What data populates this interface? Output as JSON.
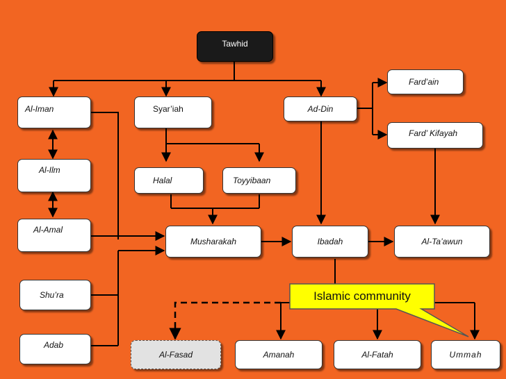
{
  "nodes": {
    "tawhid": "Tawhid",
    "al_iman": "Al-Iman",
    "syariah": "Syar’iah",
    "ad_din": "Ad-Din",
    "fard_ain": "Fard’ain",
    "fard_kifayah": "Fard’ Kifayah",
    "al_ilm": "Al-Ilm",
    "halal": "Halal",
    "toyyibaan": "Toyyibaan",
    "al_amal": "Al-Amal",
    "musharakah": "Musharakah",
    "ibadah": "Ibadah",
    "al_taawun": "Al-Ta’awun",
    "shura": "Shu’ra",
    "adab": "Adab",
    "al_fasad": "Al-Fasad",
    "amanah": "Amanah",
    "al_fatah": "Al-Fatah",
    "ummah": "Ummah"
  },
  "callout": {
    "text": "Islamic community"
  },
  "colors": {
    "background": "#F26522",
    "callout_fill": "#FFFF00",
    "root_fill": "#1a1a1a",
    "node_fill": "#ffffff",
    "fasad_fill": "#e2e2e2"
  }
}
